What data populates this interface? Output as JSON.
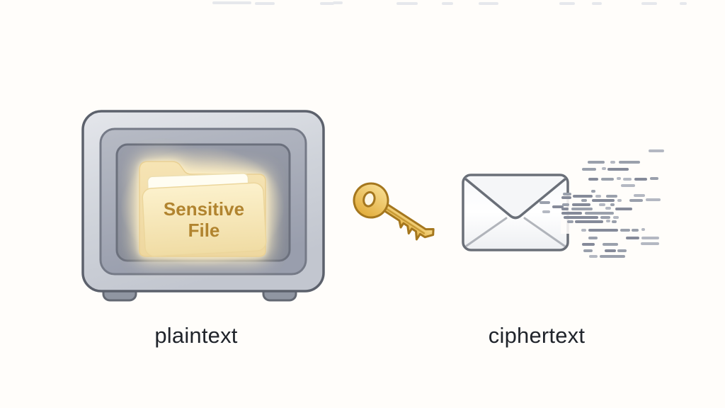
{
  "labels": {
    "plaintext": "plaintext",
    "ciphertext": "ciphertext"
  },
  "safe": {
    "folder_label_line1": "Sensitive",
    "folder_label_line2": "File"
  },
  "colors": {
    "background": "#fffdfa",
    "safe_body": "#ccd0d8",
    "safe_outline": "#5c616c",
    "safe_frame": "#a6abb7",
    "safe_recess": "#8c919e",
    "folder_fill": "#f7e7ba",
    "folder_glow": "#fff3d6",
    "folder_text": "#b1842f",
    "key_fill": "#ecc258",
    "key_outline": "#a5771e",
    "envelope_fill": "#ffffff",
    "envelope_outline": "#6a6f78",
    "caption_text": "#20242b"
  },
  "bit_colors": [
    "#858a99",
    "#9aa0ac",
    "#b4b8c2",
    "#e6e8ec"
  ],
  "ciphertext_bits": [
    [
      300,
      2,
      55,
      3
    ],
    [
      360,
      3,
      28,
      3
    ],
    [
      452,
      3,
      20,
      3
    ],
    [
      470,
      2,
      14,
      3
    ],
    [
      560,
      3,
      30,
      3
    ],
    [
      624,
      3,
      16,
      3
    ],
    [
      676,
      3,
      28,
      3
    ],
    [
      790,
      3,
      22,
      3
    ],
    [
      836,
      3,
      14,
      3
    ],
    [
      906,
      3,
      22,
      3
    ],
    [
      960,
      3,
      10,
      3
    ],
    [
      916,
      211,
      22,
      2
    ],
    [
      830,
      227,
      24,
      1
    ],
    [
      862,
      227,
      7,
      2
    ],
    [
      874,
      227,
      30,
      1
    ],
    [
      822,
      237,
      20,
      1
    ],
    [
      850,
      236,
      6,
      2
    ],
    [
      858,
      237,
      30,
      0
    ],
    [
      831,
      251,
      14,
      0
    ],
    [
      849,
      251,
      18,
      1
    ],
    [
      871,
      250,
      6,
      2
    ],
    [
      880,
      251,
      12,
      2
    ],
    [
      896,
      251,
      18,
      0
    ],
    [
      918,
      250,
      12,
      1
    ],
    [
      877,
      260,
      20,
      2
    ],
    [
      835,
      268,
      6,
      1
    ],
    [
      795,
      272,
      12,
      1
    ],
    [
      793,
      277,
      14,
      0
    ],
    [
      809,
      275,
      28,
      0
    ],
    [
      841,
      275,
      8,
      2
    ],
    [
      856,
      275,
      16,
      1
    ],
    [
      895,
      274,
      16,
      2
    ],
    [
      762,
      284,
      15,
      1
    ],
    [
      821,
      281,
      8,
      1
    ],
    [
      836,
      281,
      32,
      0
    ],
    [
      872,
      281,
      6,
      2
    ],
    [
      889,
      281,
      19,
      1
    ],
    [
      912,
      280,
      21,
      2
    ],
    [
      780,
      290,
      16,
      0
    ],
    [
      794,
      287,
      10,
      1
    ],
    [
      808,
      287,
      26,
      0
    ],
    [
      846,
      287,
      9,
      2
    ],
    [
      862,
      287,
      6,
      1
    ],
    [
      766,
      297,
      11,
      2
    ],
    [
      793,
      293,
      10,
      0
    ],
    [
      807,
      293,
      30,
      1
    ],
    [
      855,
      292,
      8,
      2
    ],
    [
      869,
      293,
      24,
      0
    ],
    [
      793,
      299,
      29,
      0
    ],
    [
      826,
      299,
      41,
      1
    ],
    [
      796,
      305,
      49,
      0
    ],
    [
      848,
      305,
      14,
      1
    ],
    [
      866,
      305,
      8,
      2
    ],
    [
      801,
      311,
      9,
      1
    ],
    [
      812,
      311,
      40,
      0
    ],
    [
      856,
      310,
      6,
      2
    ],
    [
      864,
      311,
      7,
      1
    ],
    [
      821,
      323,
      7,
      2
    ],
    [
      831,
      323,
      42,
      0
    ],
    [
      876,
      323,
      14,
      1
    ],
    [
      892,
      323,
      10,
      1
    ],
    [
      906,
      322,
      5,
      2
    ],
    [
      831,
      334,
      13,
      1
    ],
    [
      884,
      334,
      19,
      0
    ],
    [
      906,
      334,
      25,
      2
    ],
    [
      822,
      343,
      18,
      0
    ],
    [
      851,
      343,
      22,
      1
    ],
    [
      905,
      342,
      26,
      2
    ],
    [
      824,
      352,
      13,
      1
    ],
    [
      854,
      352,
      16,
      0
    ],
    [
      872,
      352,
      13,
      1
    ],
    [
      832,
      360,
      12,
      2
    ],
    [
      847,
      360,
      36,
      1
    ]
  ]
}
